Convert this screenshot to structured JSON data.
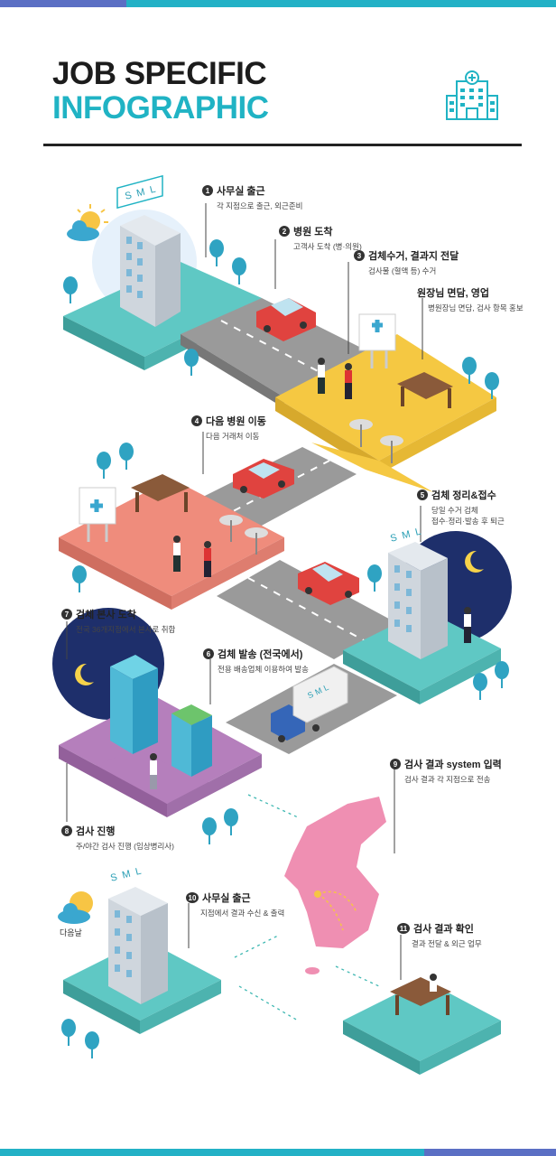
{
  "header": {
    "title_line1": "JOB SPECIFIC",
    "title_line2": "INFOGRAPHIC",
    "icon": "hospital-icon"
  },
  "colors": {
    "accent": "#20b3c4",
    "teal_platform": "#5fc8c4",
    "yellow_platform": "#f5c842",
    "salmon_platform": "#ef8c7c",
    "purple_platform": "#b57fbc",
    "night_sky": "#1e2f6b",
    "map_pink": "#ef8fb2",
    "road": "#9a9a9a"
  },
  "building_sign": "SML",
  "truck_sign": "SML",
  "next_day_label": "다음날",
  "steps": [
    {
      "num": "1",
      "title": "사무실 출근",
      "desc": [
        "각 지점으로 출근, 외근준비"
      ]
    },
    {
      "num": "2",
      "title": "병원 도착",
      "desc": [
        "고객사 도착 (병·의원)"
      ]
    },
    {
      "num": "3",
      "title": "검체수거, 결과지 전달",
      "desc": [
        "검사물 (혈액 등) 수거"
      ]
    },
    {
      "num": "",
      "title": "원장님 면담, 영업",
      "desc": [
        "병원장님 면담, 검사 항목 홍보"
      ]
    },
    {
      "num": "4",
      "title": "다음 병원 이동",
      "desc": [
        "다음 거래처 이동"
      ]
    },
    {
      "num": "5",
      "title": "검체 정리&접수",
      "desc": [
        "당일 수거 검체",
        "접수·정리·발송 후 퇴근"
      ]
    },
    {
      "num": "7",
      "title": "검체 본사 도착",
      "desc": [
        "전국 36개지점에서 본사로 취합"
      ]
    },
    {
      "num": "6",
      "title": "검체 발송 (전국에서)",
      "desc": [
        "전용 배송업체 이용하여 발송"
      ]
    },
    {
      "num": "9",
      "title": "검사 결과 system 입력",
      "desc": [
        "검사 결과 각 지점으로 전송"
      ]
    },
    {
      "num": "8",
      "title": "검사 진행",
      "desc": [
        "주/야간 검사 진행 (임상병리사)"
      ]
    },
    {
      "num": "10",
      "title": "사무실 출근",
      "desc": [
        "지점에서 결과 수신 & 출력"
      ]
    },
    {
      "num": "11",
      "title": "검사 결과 확인",
      "desc": [
        "결과 전달 & 외근 업무"
      ]
    }
  ]
}
